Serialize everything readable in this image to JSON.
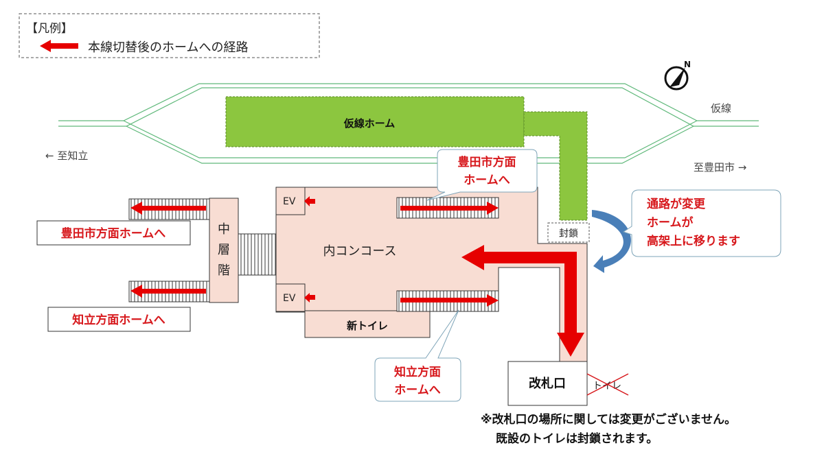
{
  "legend": {
    "title": "【凡例】",
    "route_label": "本線切替後のホームへの経路"
  },
  "compass": {
    "north": "N"
  },
  "tracks": {
    "temp_line": "仮線",
    "to_chiryu": "← 至知立",
    "to_toyotashi": "至豊田市 →"
  },
  "platform": {
    "label": "仮線ホーム"
  },
  "concourse": {
    "label": "内コンコース",
    "ev_top": "EV",
    "ev_bottom": "EV",
    "new_toilet": "新トイレ"
  },
  "mezzanine": {
    "label_chars": [
      "中",
      "層",
      "階"
    ]
  },
  "destinations": {
    "toyotashi_left": "豊田市方面ホームへ",
    "chiryu_left": "知立方面ホームへ"
  },
  "callouts": {
    "toyotashi": [
      "豊田市方面",
      "ホームへ"
    ],
    "chiryu": [
      "知立方面",
      "ホームへ"
    ],
    "change": [
      "通路が変更",
      "ホームが",
      "高架上に移ります"
    ]
  },
  "closed": "封鎖",
  "gate": "改札口",
  "old_toilet": "トイレ",
  "notes": [
    "※改札口の場所に関しては変更がございません。",
    "既設のトイレは封鎖されます。"
  ],
  "colors": {
    "route_red": "#e60000",
    "platform_green": "#8cc63f",
    "concourse_pink": "#f8ddd3",
    "track_green": "#5fb87a",
    "callout_text_red": "#d7181c",
    "change_arrow_blue": "#4a7fb8"
  }
}
